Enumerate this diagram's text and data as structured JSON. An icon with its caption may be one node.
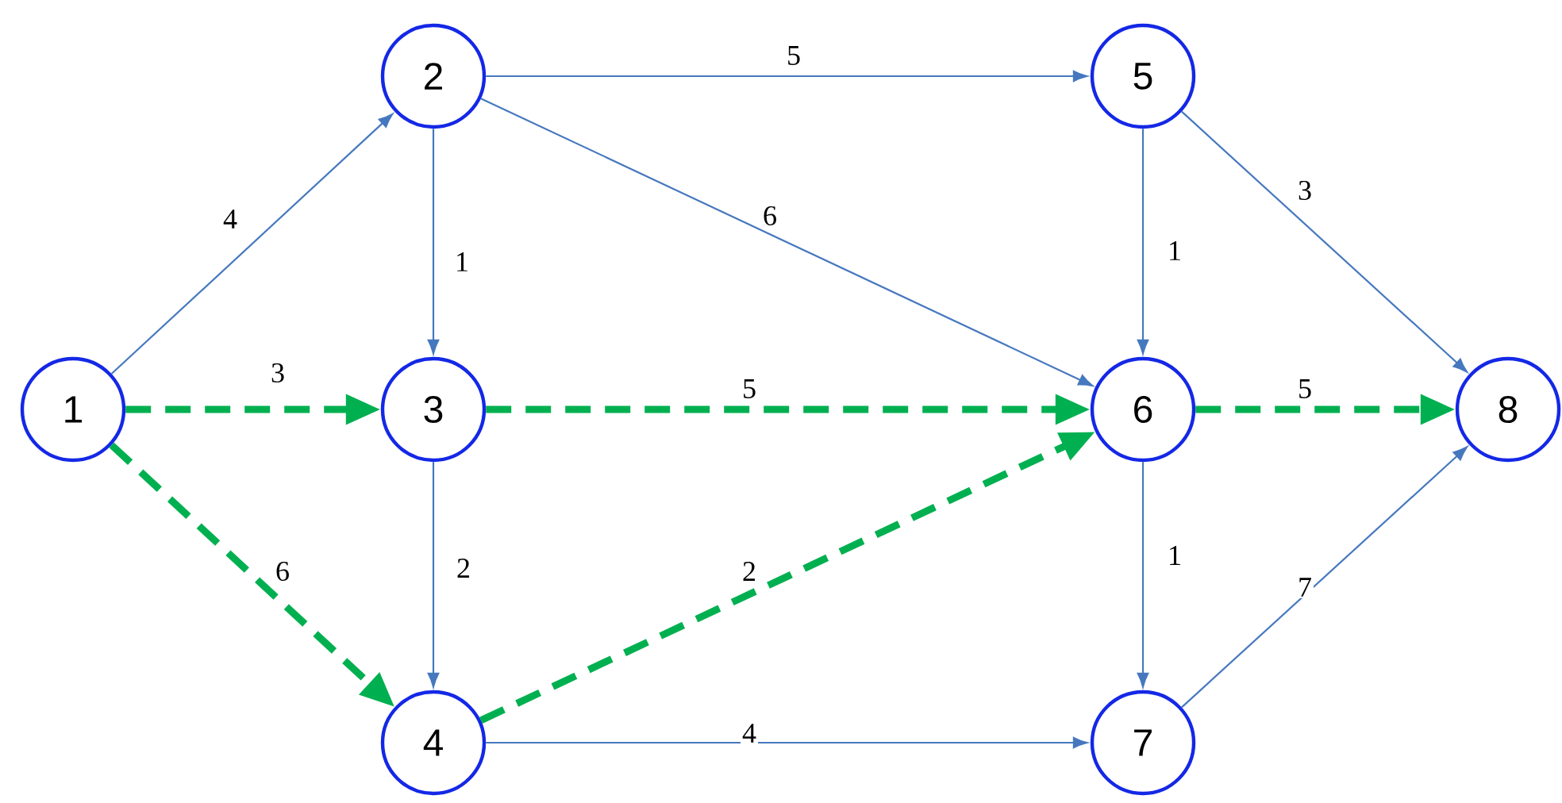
{
  "diagram": {
    "nodes": [
      {
        "text": [
          "1"
        ]
      },
      {
        "text": [
          "2"
        ]
      },
      {
        "text": [
          "3"
        ]
      },
      {
        "text": [
          "4"
        ]
      },
      {
        "text": [
          "5"
        ]
      },
      {
        "text": [
          "6"
        ]
      },
      {
        "text": [
          "7"
        ]
      },
      {
        "text": [
          "8"
        ]
      }
    ],
    "edges": [
      {
        "from": 0,
        "to": 1,
        "arrow": "to",
        "label": "4"
      },
      {
        "from": 0,
        "to": 2,
        "arrow": "to",
        "label": "3",
        "style": "dashed",
        "color": "#00b050"
      },
      {
        "from": 0,
        "to": 3,
        "arrow": "to",
        "label": "6",
        "style": "dashed",
        "color": "#00b050"
      },
      {
        "from": 1,
        "to": 2,
        "arrow": "to",
        "label": "1"
      },
      {
        "from": 1,
        "to": 4,
        "arrow": "to",
        "label": "5"
      },
      {
        "from": 1,
        "to": 5,
        "arrow": "to",
        "label": "6"
      },
      {
        "from": 2,
        "to": 5,
        "arrow": "to",
        "label": "5",
        "style": "dashed",
        "color": "#00b050"
      },
      {
        "from": 2,
        "to": 3,
        "arrow": "to",
        "label": "2"
      },
      {
        "from": 3,
        "to": 5,
        "arrow": "to",
        "label": "2",
        "style": "dashed",
        "color": "#00b050"
      },
      {
        "from": 3,
        "to": 6,
        "arrow": "to",
        "label": "4"
      },
      {
        "from": 4,
        "to": 5,
        "arrow": "to",
        "label": "1"
      },
      {
        "from": 4,
        "to": 7,
        "arrow": "to",
        "label": "3"
      },
      {
        "from": 5,
        "to": 7,
        "arrow": "to",
        "label": "5",
        "style": "dashed",
        "color": "#00b050"
      },
      {
        "from": 5,
        "to": 6,
        "arrow": "to",
        "label": "1"
      },
      {
        "from": 6,
        "to": 7,
        "arrow": "to",
        "label": "7"
      }
    ]
  }
}
